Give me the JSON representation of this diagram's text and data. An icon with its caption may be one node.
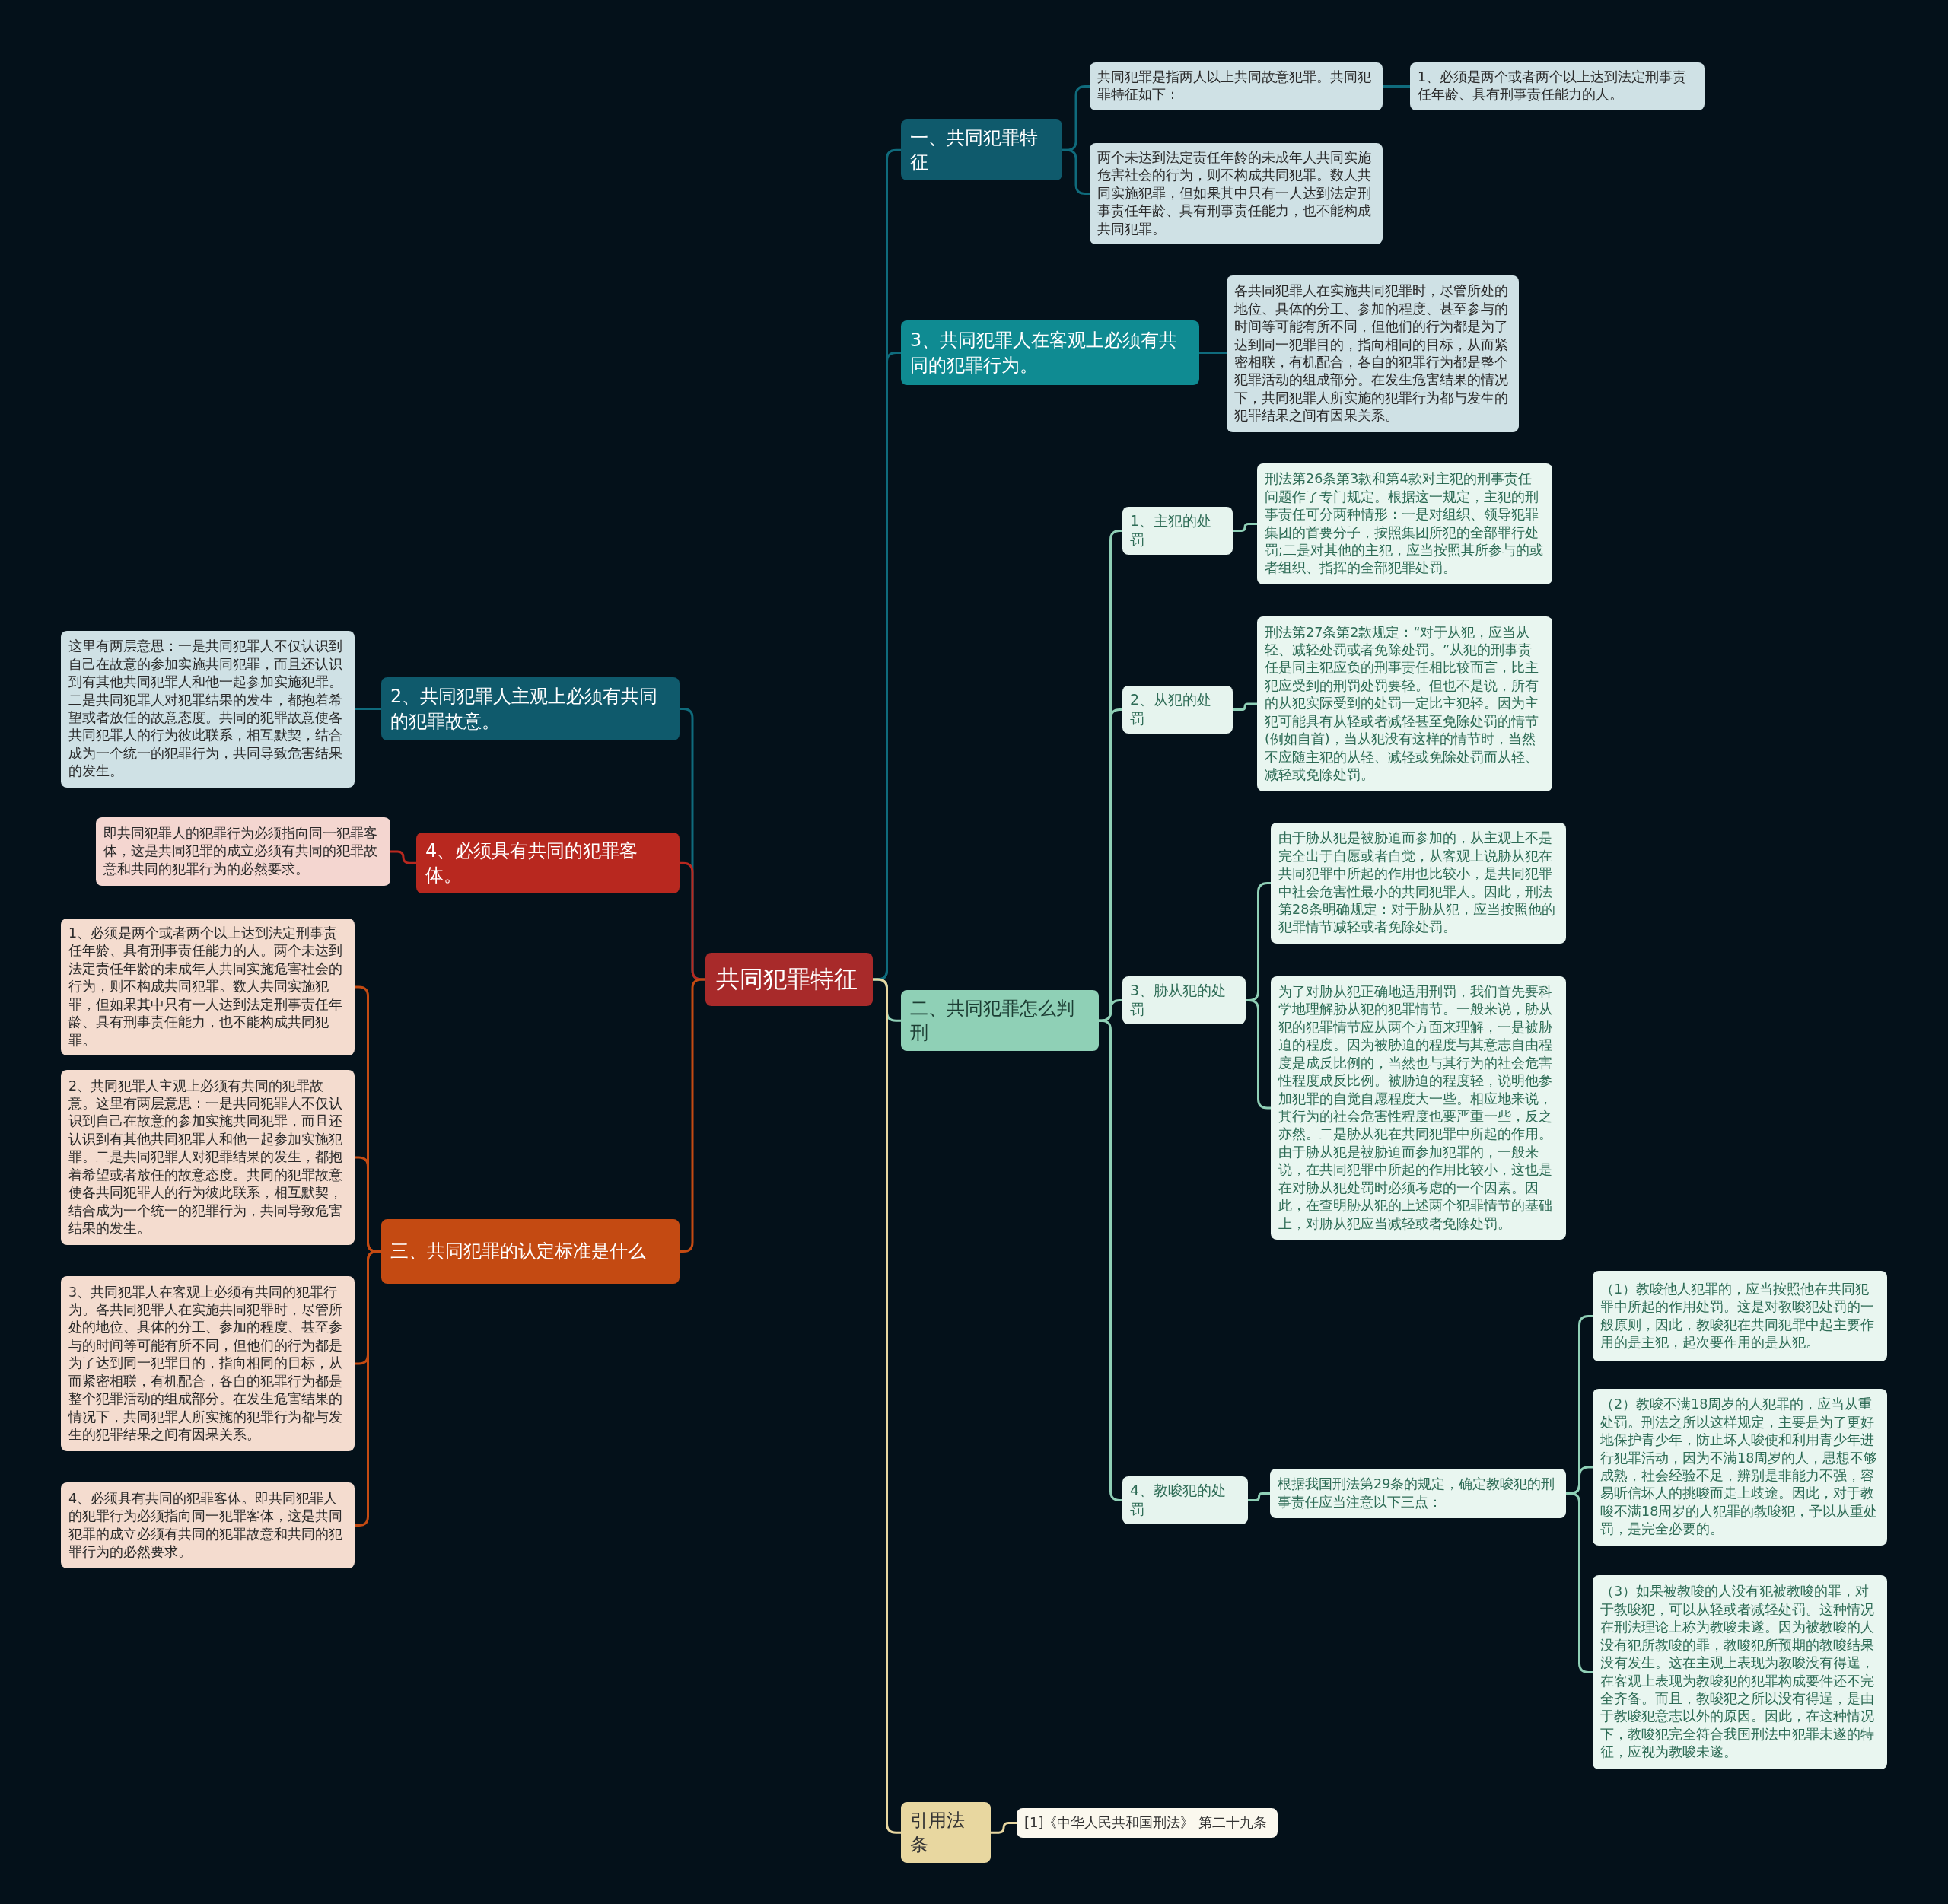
{
  "diagram": {
    "nodes": [
      {
        "text": [
          "共同犯罪特征"
        ]
      },
      {
        "text": [
          "一、共同犯罪特征"
        ]
      },
      {
        "text": [
          "共同犯罪是指两人以上共同故意犯罪。共同犯罪特征如下："
        ]
      },
      {
        "text": [
          "1、必须是两个或者两个以上达到法定刑事责任年龄、具有刑事责任能力的人。"
        ]
      },
      {
        "text": [
          "两个未达到法定责任年龄的未成年人共同实施危害社会的行为，则不构成共同犯罪。数人共同实施犯罪，但如果其中只有一人达到法定刑事责任年龄、具有刑事责任能力，也不能构成共同犯罪。"
        ]
      },
      {
        "text": [
          "3、共同犯罪人在客观上必须有共同的犯罪行为。"
        ]
      },
      {
        "text": [
          "各共同犯罪人在实施共同犯罪时，尽管所处的地位、具体的分工、参加的程度、甚至参与的时间等可能有所不同，但他们的行为都是为了达到同一犯罪目的，指向相同的目标，从而紧密相联，有机配合，各自的犯罪行为都是整个犯罪活动的组成部分。在发生危害结果的情况下，共同犯罪人所实施的犯罪行为都与发生的犯罪结果之间有因果关系。"
        ]
      },
      {
        "text": [
          "二、共同犯罪怎么判刑"
        ]
      },
      {
        "text": [
          "1、主犯的处罚"
        ]
      },
      {
        "text": [
          "刑法第26条第3款和第4款对主犯的刑事责任问题作了专门规定。根据这一规定，主犯的刑事责任可分两种情形：一是对组织、领导犯罪集团的首要分子，按照集团所犯的全部罪行处罚;二是对其他的主犯，应当按照其所参与的或者组织、指挥的全部犯罪处罚。"
        ]
      },
      {
        "text": [
          "2、从犯的处罚"
        ]
      },
      {
        "text": [
          "刑法第27条第2款规定：“对于从犯，应当从轻、减轻处罚或者免除处罚。”从犯的刑事责任是同主犯应负的刑事责任相比较而言，比主犯应受到的刑罚处罚要轻。但也不是说，所有的从犯实际受到的处罚一定比主犯轻。因为主犯可能具有从轻或者减轻甚至免除处罚的情节(例如自首)，当从犯没有这样的情节时，当然不应随主犯的从轻、减轻或免除处罚而从轻、减轻或免除处罚。"
        ]
      },
      {
        "text": [
          "3、胁从犯的处罚"
        ]
      },
      {
        "text": [
          "由于胁从犯是被胁迫而参加的，从主观上不是完全出于自愿或者自觉，从客观上说胁从犯在共同犯罪中所起的作用也比较小，是共同犯罪中社会危害性最小的共同犯罪人。因此，刑法第28条明确规定：对于胁从犯，应当按照他的犯罪情节减轻或者免除处罚。"
        ]
      },
      {
        "text": [
          "为了对胁从犯正确地适用刑罚，我们首先要科学地理解胁从犯的犯罪情节。一般来说，胁从犯的犯罪情节应从两个方面来理解，一是被胁迫的程度。因为被胁迫的程度与其意志自由程度是成反比例的，当然也与其行为的社会危害性程度成反比例。被胁迫的程度轻，说明他参加犯罪的自觉自愿程度大一些。相应地来说，其行为的社会危害性程度也要严重一些，反之亦然。二是胁从犯在共同犯罪中所起的作用。由于胁从犯是被胁迫而参加犯罪的，一般来说，在共同犯罪中所起的作用比较小，这也是在对胁从犯处罚时必须考虑的一个因素。因此，在查明胁从犯的上述两个犯罪情节的基础上，对胁从犯应当减轻或者免除处罚。"
        ]
      },
      {
        "text": [
          "4、教唆犯的处罚"
        ]
      },
      {
        "text": [
          "根据我国刑法第29条的规定，确定教唆犯的刑事责任应当注意以下三点："
        ]
      },
      {
        "text": [
          "（1）教唆他人犯罪的，应当按照他在共同犯罪中所起的作用处罚。这是对教唆犯处罚的一般原则，因此，教唆犯在共同犯罪中起主要作用的是主犯，起次要作用的是从犯。"
        ]
      },
      {
        "text": [
          "（2）教唆不满18周岁的人犯罪的，应当从重处罚。刑法之所以这样规定，主要是为了更好地保护青少年，防止坏人唆使和利用青少年进行犯罪活动，因为不满18周岁的人，思想不够成熟，社会经验不足，辨别是非能力不强，容易听信坏人的挑唆而走上歧途。因此，对于教唆不满18周岁的人犯罪的教唆犯，予以从重处罚，是完全必要的。"
        ]
      },
      {
        "text": [
          "（3）如果被教唆的人没有犯被教唆的罪，对于教唆犯，可以从轻或者减轻处罚。这种情况在刑法理论上称为教唆未遂。因为被教唆的人没有犯所教唆的罪，教唆犯所预期的教唆结果没有发生。这在主观上表现为教唆没有得逞，在客观上表现为教唆犯的犯罪构成要件还不完全齐备。而且，教唆犯之所以没有得逞，是由于教唆犯意志以外的原因。因此，在这种情况下，教唆犯完全符合我国刑法中犯罪未遂的特征，应视为教唆未遂。"
        ]
      },
      {
        "text": [
          "引用法条"
        ]
      },
      {
        "text": [
          "[1]《中华人民共和国刑法》 第二十九条"
        ]
      },
      {
        "text": [
          "2、共同犯罪人主观上必须有共同的犯罪故意。"
        ]
      },
      {
        "text": [
          "这里有两层意思：一是共同犯罪人不仅认识到自己在故意的参加实施共同犯罪，而且还认识到有其他共同犯罪人和他一起参加实施犯罪。二是共同犯罪人对犯罪结果的发生，都抱着希望或者放任的故意态度。共同的犯罪故意使各共同犯罪人的行为彼此联系，相互默契，结合成为一个统一的犯罪行为，共同导致危害结果的发生。"
        ]
      },
      {
        "text": [
          "4、必须具有共同的犯罪客体。"
        ]
      },
      {
        "text": [
          "即共同犯罪人的犯罪行为必须指向同一犯罪客体，这是共同犯罪的成立必须有共同的犯罪故意和共同的犯罪行为的必然要求。"
        ]
      },
      {
        "text": [
          "三、共同犯罪的认定标准是什么"
        ]
      },
      {
        "text": [
          "1、必须是两个或者两个以上达到法定刑事责任年龄、具有刑事责任能力的人。两个未达到法定责任年龄的未成年人共同实施危害社会的行为，则不构成共同犯罪。数人共同实施犯罪，但如果其中只有一人达到法定刑事责任年龄、具有刑事责任能力，也不能构成共同犯罪。"
        ]
      },
      {
        "text": [
          "2、共同犯罪人主观上必须有共同的犯罪故意。这里有两层意思：一是共同犯罪人不仅认识到自己在故意的参加实施共同犯罪，而且还认识到有其他共同犯罪人和他一起参加实施犯罪。二是共同犯罪人对犯罪结果的发生，都抱着希望或者放任的故意态度。共同的犯罪故意使各共同犯罪人的行为彼此联系，相互默契，结合成为一个统一的犯罪行为，共同导致危害结果的发生。"
        ]
      },
      {
        "text": [
          "3、共同犯罪人在客观上必须有共同的犯罪行为。各共同犯罪人在实施共同犯罪时，尽管所处的地位、具体的分工、参加的程度、甚至参与的时间等可能有所不同，但他们的行为都是为了达到同一犯罪目的，指向相同的目标，从而紧密相联，有机配合，各自的犯罪行为都是整个犯罪活动的组成部分。在发生危害结果的情况下，共同犯罪人所实施的犯罪行为都与发生的犯罪结果之间有因果关系。"
        ]
      },
      {
        "text": [
          "4、必须具有共同的犯罪客体。即共同犯罪人的犯罪行为必须指向同一犯罪客体，这是共同犯罪的成立必须有共同的犯罪故意和共同的犯罪行为的必然要求。"
        ]
      }
    ],
    "edges": [
      {
        "from": 0,
        "to": 1,
        "arrow": "none",
        "color": "#0f6b7c"
      },
      {
        "from": 1,
        "to": 2,
        "arrow": "none",
        "color": "#0f6b7c"
      },
      {
        "from": 2,
        "to": 3,
        "arrow": "none",
        "color": "#0f6b7c"
      },
      {
        "from": 1,
        "to": 4,
        "arrow": "none",
        "color": "#0f6b7c"
      },
      {
        "from": 0,
        "to": 5,
        "arrow": "none",
        "color": "#0f6b7c"
      },
      {
        "from": 5,
        "to": 6,
        "arrow": "none",
        "color": "#0f6b7c"
      },
      {
        "from": 0,
        "to": 7,
        "arrow": "none"
      },
      {
        "from": 7,
        "to": 8,
        "arrow": "none"
      },
      {
        "from": 8,
        "to": 9,
        "arrow": "none"
      },
      {
        "from": 7,
        "to": 10,
        "arrow": "none"
      },
      {
        "from": 10,
        "to": 11,
        "arrow": "none"
      },
      {
        "from": 7,
        "to": 12,
        "arrow": "none"
      },
      {
        "from": 12,
        "to": 13,
        "arrow": "none"
      },
      {
        "from": 12,
        "to": 14,
        "arrow": "none"
      },
      {
        "from": 7,
        "to": 15,
        "arrow": "none"
      },
      {
        "from": 15,
        "to": 16,
        "arrow": "none"
      },
      {
        "from": 16,
        "to": 17,
        "arrow": "none"
      },
      {
        "from": 16,
        "to": 18,
        "arrow": "none"
      },
      {
        "from": 16,
        "to": 19,
        "arrow": "none"
      },
      {
        "from": 0,
        "to": 20,
        "arrow": "none",
        "color": "#e8d7a0"
      },
      {
        "from": 20,
        "to": 21,
        "arrow": "none",
        "color": "#e8d7a0"
      },
      {
        "from": 0,
        "to": 22,
        "arrow": "none",
        "color": "#0f6b7c"
      },
      {
        "from": 22,
        "to": 23,
        "arrow": "none",
        "color": "#0f6b7c"
      },
      {
        "from": 0,
        "to": 24,
        "arrow": "none",
        "color": "#b8281f"
      },
      {
        "from": 24,
        "to": 25,
        "arrow": "none",
        "color": "#b8281f"
      },
      {
        "from": 0,
        "to": 26,
        "arrow": "none",
        "color": "#c44a12"
      },
      {
        "from": 26,
        "to": 27,
        "arrow": "none",
        "color": "#c44a12"
      },
      {
        "from": 26,
        "to": 28,
        "arrow": "none",
        "color": "#c44a12"
      },
      {
        "from": 26,
        "to": 29,
        "arrow": "none",
        "color": "#c44a12"
      },
      {
        "from": 26,
        "to": 30,
        "arrow": "none",
        "color": "#c44a12"
      }
    ]
  }
}
